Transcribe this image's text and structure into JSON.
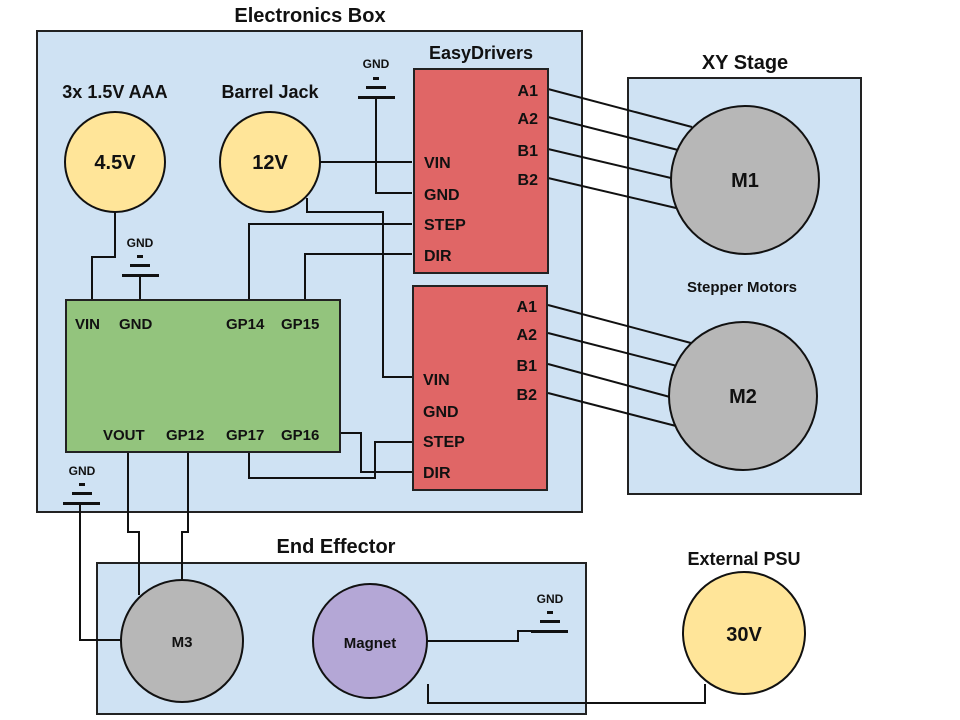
{
  "diagram": {
    "electronics_box": {
      "title": "Electronics Box",
      "battery": {
        "label": "3x 1.5V AAA",
        "value": "4.5V"
      },
      "barrel_jack": {
        "label": "Barrel Jack",
        "value": "12V"
      },
      "gnd_label": "GND",
      "mcu": {
        "top_pins": [
          "VIN",
          "GND",
          "GP14",
          "GP15"
        ],
        "bottom_pins": [
          "VOUT",
          "GP12",
          "GP17",
          "GP16"
        ]
      },
      "drivers": {
        "title": "EasyDrivers",
        "driver1": {
          "left_pins": [
            "VIN",
            "GND",
            "STEP",
            "DIR"
          ],
          "right_pins": [
            "A1",
            "A2",
            "B1",
            "B2"
          ]
        },
        "driver2": {
          "left_pins": [
            "VIN",
            "GND",
            "STEP",
            "DIR"
          ],
          "right_pins": [
            "A1",
            "A2",
            "B1",
            "B2"
          ]
        }
      }
    },
    "xy_stage": {
      "title": "XY Stage",
      "subtitle": "Stepper Motors",
      "motors": [
        "M1",
        "M2"
      ]
    },
    "end_effector": {
      "title": "End Effector",
      "motor": "M3",
      "magnet": "Magnet",
      "gnd_label": "GND"
    },
    "external_psu": {
      "label": "External PSU",
      "value": "30V"
    },
    "colors": {
      "box": "#cfe2f3",
      "mcu": "#93c47d",
      "driver": "#e06666",
      "power": "#ffe599",
      "motor": "#b7b7b7",
      "magnet": "#b4a7d6"
    }
  }
}
